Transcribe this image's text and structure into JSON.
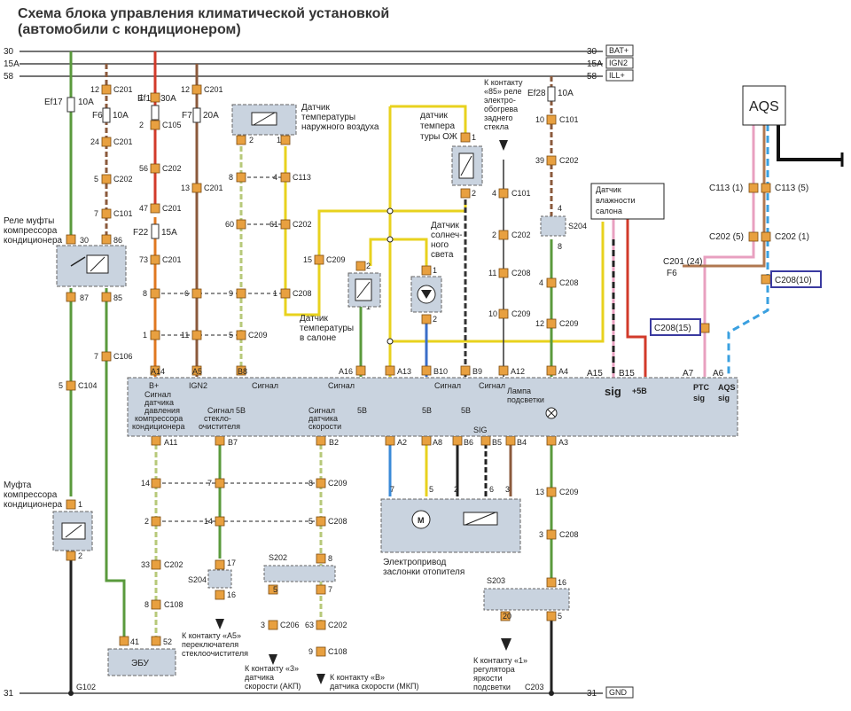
{
  "title": {
    "line1": "Схема блока управления климатической установкой",
    "line2": "(автомобили с кондиционером)"
  },
  "rails": [
    {
      "left": "30",
      "right": "30",
      "tag": "BAT+"
    },
    {
      "left": "15A",
      "right": "15A",
      "tag": "IGN2"
    },
    {
      "left": "58",
      "right": "58",
      "tag": "ILL+"
    },
    {
      "left": "31",
      "right": "31",
      "tag": "GND"
    }
  ],
  "fuses": {
    "ef17": "Ef17",
    "ef17_a": "10A",
    "f6": "F6",
    "f6_a": "10A",
    "ef1": "Ef1",
    "ef1_a": "30A",
    "f7": "F7",
    "f7_a": "20A",
    "f22": "F22",
    "f22_a": "15A",
    "ef28": "Ef28",
    "ef28_a": "10A"
  },
  "components": {
    "relay": [
      "Реле муфты",
      "компрессора",
      "кондиционера"
    ],
    "clutch": [
      "Муфта",
      "компрессора",
      "кондиционера"
    ],
    "outside_temp": [
      "Датчик",
      "температуры",
      "наружного воздуха"
    ],
    "coolant_temp": [
      "датчик",
      "темпера",
      "туры ОЖ"
    ],
    "rear_defog": [
      "К контакту",
      "«85» реле",
      "электро-",
      "обогрева",
      "заднего",
      "стекла"
    ],
    "sun_sensor": [
      "Датчик",
      "солнеч-",
      "ного",
      "света"
    ],
    "cabin_temp": [
      "Датчик",
      "температуры",
      "в салоне"
    ],
    "humidity": [
      "Датчик",
      "влажности",
      "салона"
    ],
    "aqs": "AQS",
    "ecu": "ЭБУ",
    "actuator": [
      "Электропривод",
      "заслонки отопителя"
    ],
    "wiper": [
      "К контакту «А5»",
      "переключателя",
      "стеклоочистителя"
    ],
    "speed_akp": [
      "К контакту «3»",
      "датчика",
      "скорости (АКП)"
    ],
    "speed_mkp": [
      "К контакту «В»",
      "датчика скорости (МКП)"
    ],
    "dimmer": [
      "К контакту «1»",
      "регулятора",
      "яркости",
      "подсветки"
    ]
  },
  "module": {
    "b_plus": "B+",
    "ign2": "IGN2",
    "signal": "Сигнал",
    "five_v": "5В",
    "lamp": [
      "Лампа",
      "подсветки"
    ],
    "pressure_sig": [
      "Сигнал",
      "датчика",
      "давления",
      "компрессора",
      "кондиционера"
    ],
    "wiper_sig": [
      "Сигнал",
      "стекло-",
      "очистителя"
    ],
    "speed_sig": [
      "Сигнал",
      "датчика",
      "скорости"
    ],
    "sig": "SIG",
    "ext_sig": "sig",
    "plus5v": "+5В",
    "ptc_sig": [
      "PTC",
      "sig"
    ],
    "aqs_sig": [
      "AQS",
      "sig"
    ]
  },
  "pins_top": [
    "A14",
    "A5",
    "B8",
    "A16",
    "A13",
    "B10",
    "B9",
    "A12",
    "A4",
    "A15",
    "B15",
    "A7",
    "A6"
  ],
  "pins_bottom": [
    "A11",
    "B7",
    "B2",
    "A2",
    "A8",
    "B6",
    "B5",
    "B4",
    "A3"
  ],
  "grounds": {
    "g102": "G102",
    "c203": "C203"
  },
  "connectors": {
    "c201": "C201",
    "c105": "C105",
    "c202": "C202",
    "c101": "C101",
    "c113": "C113",
    "c209": "C209",
    "c208": "C208",
    "c106": "C106",
    "c104": "C104",
    "c108": "C108",
    "c206": "C206",
    "s204": "S204",
    "s202": "S202",
    "s203": "S203",
    "c113_1": "C113 (1)",
    "c113_5": "C113 (5)",
    "c202_5": "C202 (5)",
    "c202_1": "C202 (1)",
    "c201_24": "C201 (24)",
    "f6_ref": "F6",
    "c208_10": "C208(10)",
    "c208_15": "C208(15)"
  }
}
